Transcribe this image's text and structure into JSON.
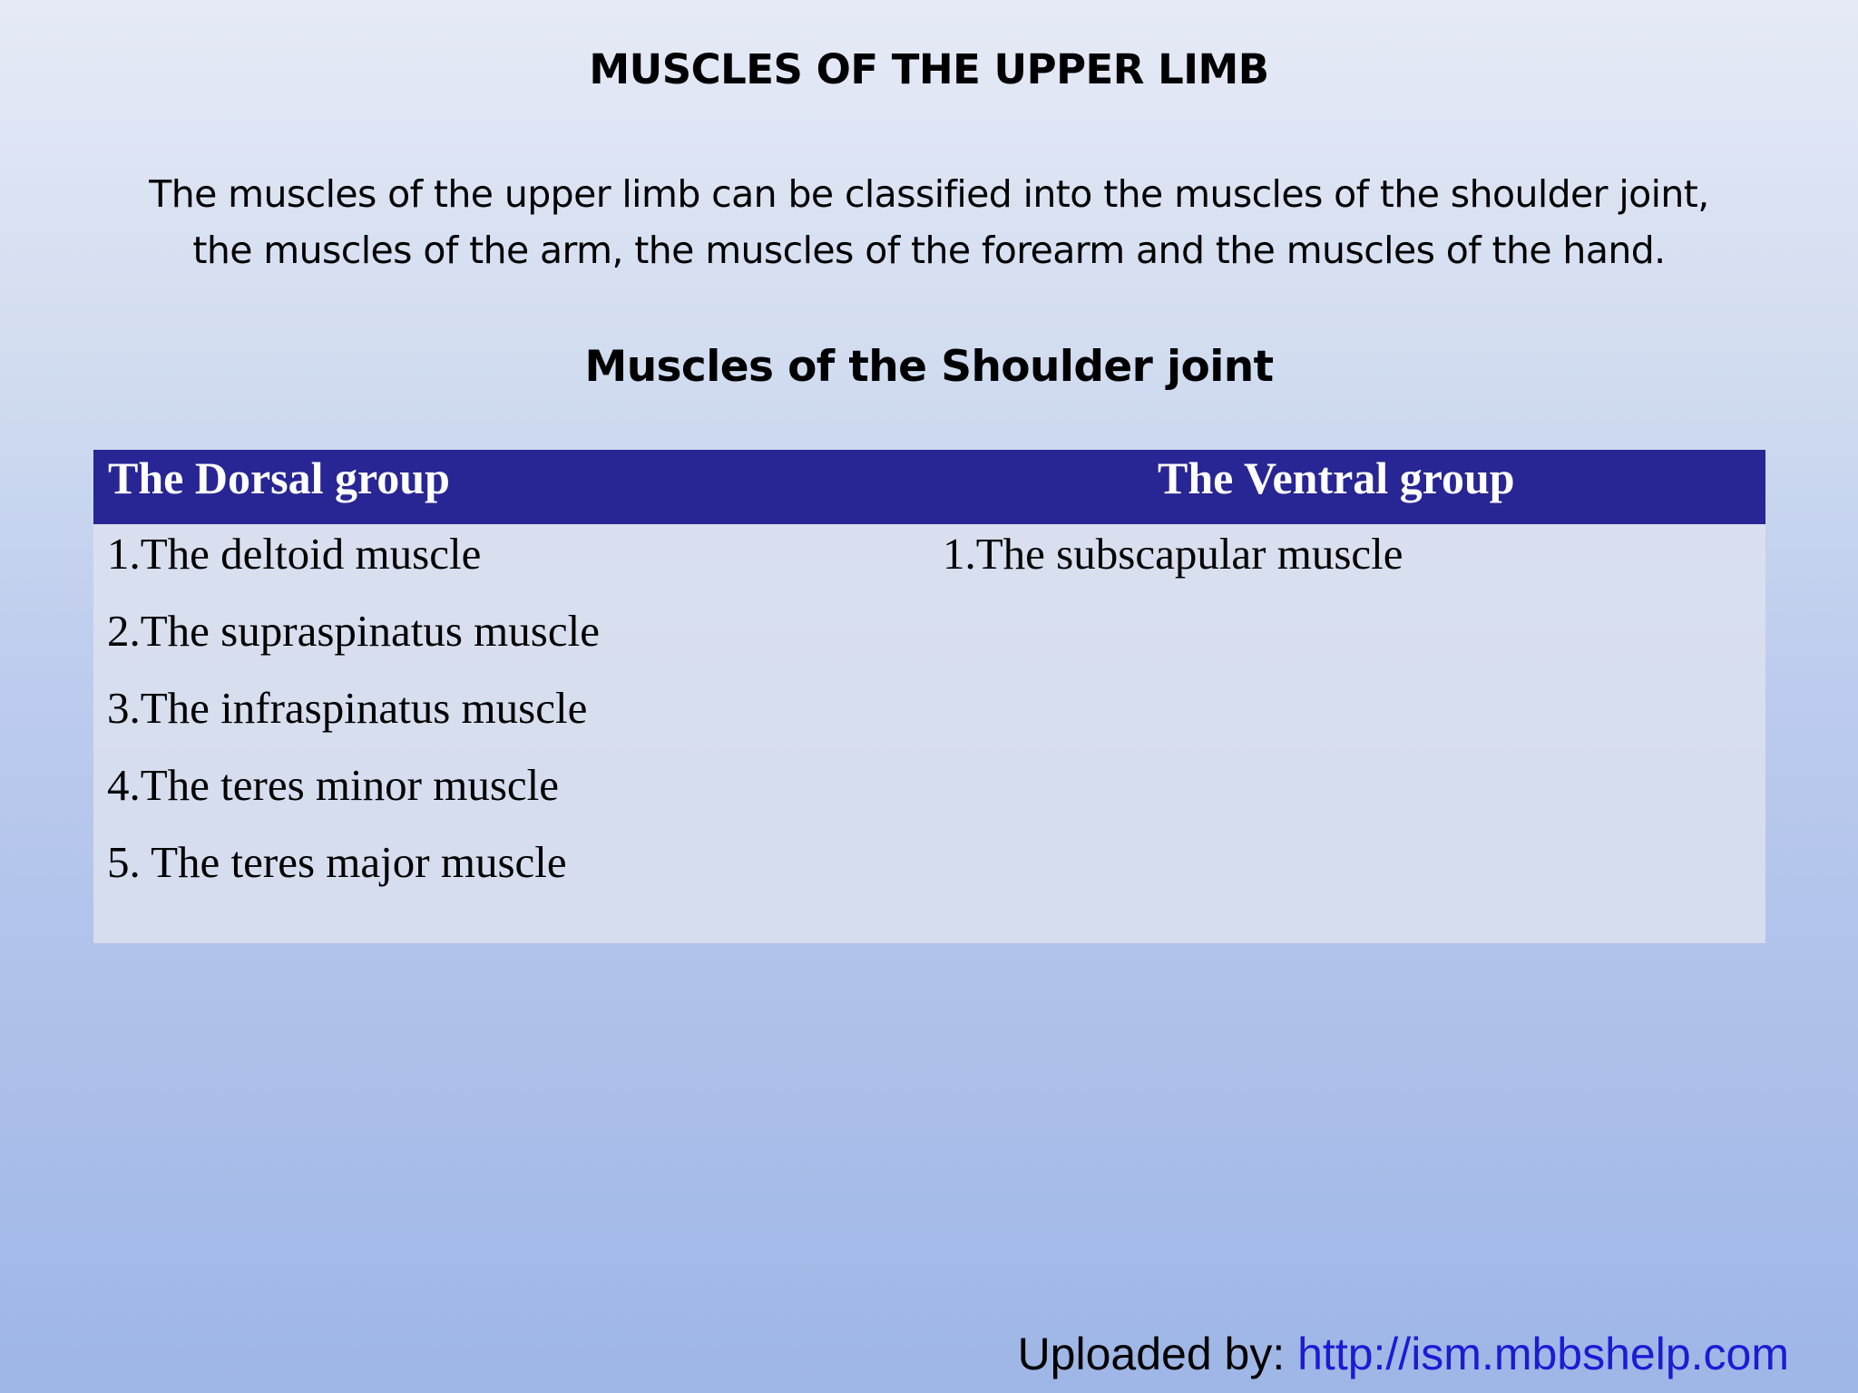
{
  "slide": {
    "title": "MUSCLES OF THE UPPER LIMB",
    "intro_lines": [
      "The muscles of the upper limb can be classified into the muscles of the shoulder joint,",
      "the muscles of the arm, the muscles of the forearm and the muscles of the hand."
    ],
    "section_heading": "Muscles of the Shoulder joint"
  },
  "table": {
    "header_color": "#282594",
    "columns": [
      {
        "header": "The Dorsal group",
        "items": [
          "1.The deltoid muscle",
          "2.The supraspinatus muscle",
          "3.The infraspinatus muscle",
          "4.The teres minor muscle",
          "5. The teres major muscle"
        ]
      },
      {
        "header": "The Ventral group",
        "items": [
          "1.The subscapular muscle"
        ]
      }
    ]
  },
  "footer": {
    "label": "Uploaded by: ",
    "link_text": "http://ism.mbbshelp.com",
    "link_color": "#1d1ad6"
  }
}
